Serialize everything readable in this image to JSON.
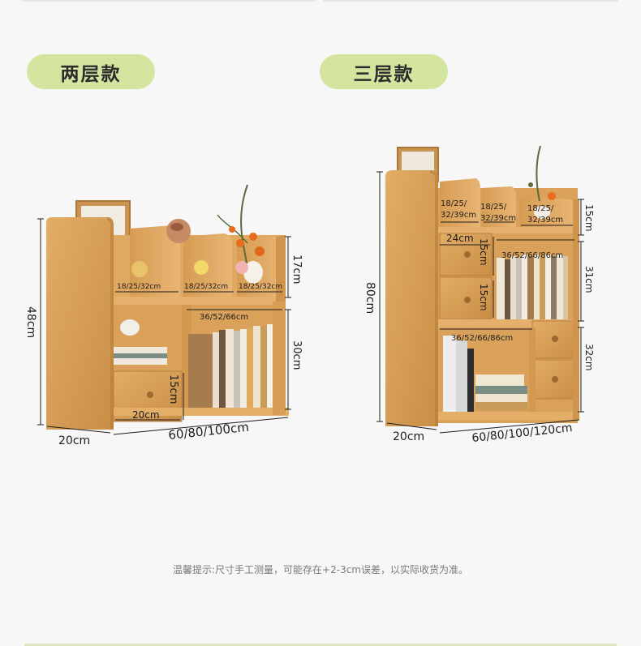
{
  "two_tier": {
    "title": "两层款",
    "dims": {
      "height": "48cm",
      "depth": "20cm",
      "width": "60/80/100cm",
      "top_comp_1": "18/25/32cm",
      "top_comp_2": "18/25/32cm",
      "top_comp_3": "18/25/32cm",
      "top_height": "17cm",
      "middle_width": "36/52/66cm",
      "lower_height": "30cm",
      "drawer_height": "15cm",
      "drawer_width": "20cm"
    }
  },
  "three_tier": {
    "title": "三层款",
    "dims": {
      "height": "80cm",
      "depth": "20cm",
      "width": "60/80/100/120cm",
      "top_comp_1a": "18/25/",
      "top_comp_1b": "32/39cm",
      "top_comp_2a": "18/25/",
      "top_comp_2b": "32/39cm",
      "top_comp_3a": "18/25/",
      "top_comp_3b": "32/39cm",
      "top_height": "15cm",
      "drawer_width": "24cm",
      "drawer_height_1": "15cm",
      "drawer_height_2": "15cm",
      "upper_width": "36/52/66/86cm",
      "middle_height": "31cm",
      "lower_width": "36/52/66/86cm",
      "lower_height": "32cm"
    }
  },
  "note": "温馨提示:尺寸手工测量，可能存在+2-3cm误差，以实际收货为准。",
  "colors": {
    "pill": "#d4e5a0",
    "wood": "#d9a35c",
    "wood_dark": "#b9823f",
    "background": "#f7f7f7"
  }
}
